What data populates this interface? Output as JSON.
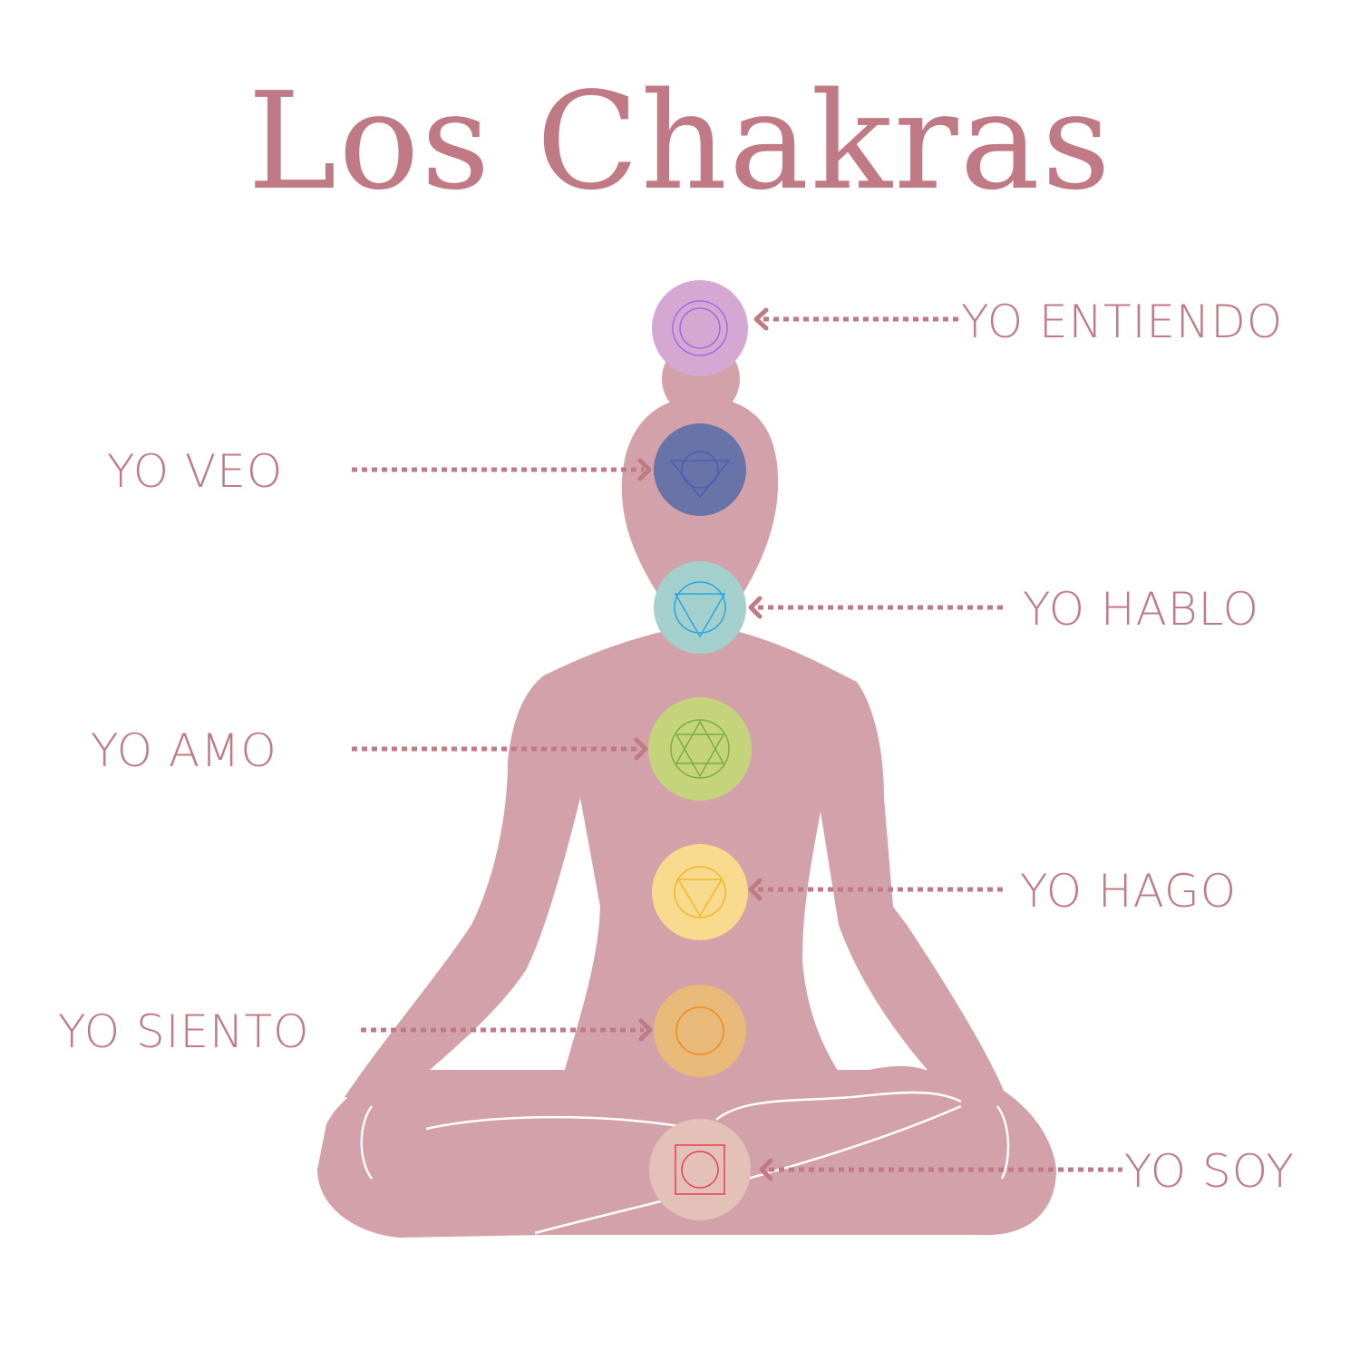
{
  "title": "Los Chakras",
  "chakras": [
    {
      "label": "YO ENTIENDO",
      "color": "#d4a8d2",
      "symbol_color": "#9a6fe0"
    },
    {
      "label": "YO VEO",
      "color": "#6873a8",
      "symbol_color": "#4a5fb0"
    },
    {
      "label": "YO HABLO",
      "color": "#a3cfcd",
      "symbol_color": "#2aa7e0"
    },
    {
      "label": "YO AMO",
      "color": "#c5d47a",
      "symbol_color": "#7bb03a"
    },
    {
      "label": "YO HAGO",
      "color": "#f7da8e",
      "symbol_color": "#f2b828"
    },
    {
      "label": "YO SIENTO",
      "color": "#e9b97a",
      "symbol_color": "#f08a20"
    },
    {
      "label": "YO SOY",
      "color": "#e3c0b8",
      "symbol_color": "#e8404a"
    }
  ],
  "colors": {
    "accent": "#c07a85",
    "silhouette": "#d3a1aa"
  }
}
